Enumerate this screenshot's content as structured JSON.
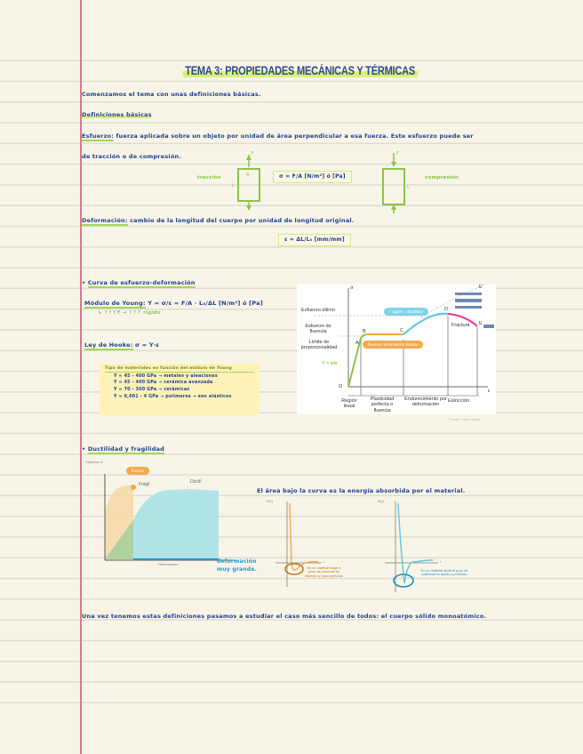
{
  "page": {
    "title": "TEMA 3: PROPIEDADES MECÁNICAS Y TÉRMICAS",
    "colors": {
      "background": "#f8f5e8",
      "rule": "#dcdcd6",
      "margin": "#e07783",
      "ink": "#1f3f8f",
      "accent_green": "#8bc34a",
      "highlight_green": "#d7ec7c",
      "orange": "#f5a94a",
      "cyan": "#5cc8e0",
      "pink": "#e8449a",
      "note_yellow": "#fff2b8"
    }
  },
  "intro": {
    "line1": "Comenzamos el tema con unas definiciones básicas.",
    "heading": "Definiciones básicas"
  },
  "esfuerzo": {
    "term": "Esfuerzo:",
    "text_line1": "fuerza aplicada sobre un objeto por unidad de área perpendicular a esa fuerza. Este esfuerzo puede ser",
    "text_line2": "de tracción o de compresión.",
    "traccion_label": "tracción",
    "compresion_label": "compresión",
    "formula": "σ = F/A  [N/m²] ó [Pa]",
    "force_label": "F",
    "length_label": "L",
    "area_label": "A"
  },
  "deformacion": {
    "term": "Deformación:",
    "text": "cambio de la longitud del cuerpo por unidad de longitud original.",
    "formula": "ε = ΔL/L₀  [mm/mm]"
  },
  "curva": {
    "heading": "Curva de esfuerzo-deformación",
    "young_label": "Módulo de Young:",
    "young_formula": "Y = σ/ε = F/A · L₀/ΔL  [N/m²] ó [Pa]",
    "young_note": "↳ ↑↑↑Y → ↑↑↑ rígido",
    "hooke_label": "Ley de Hooke:",
    "hooke_formula": "σ = Y·ε",
    "materials_box": {
      "title": "Tipo de materiales en función del módulo de Young",
      "rows": [
        "Y ≈ 45 - 400 GPa → metales y aleaciones",
        "Y ≈ 45 - 400 GPa → cerámica avanzada",
        "Y ≈ 70 - 300 GPa → cerámicas",
        "Y ≈ 0,001 - 4 GPa → polímeros → son elásticos"
      ]
    }
  },
  "stress_strain_diagram": {
    "y_axis": "σ",
    "x_axis": "ε",
    "labels_left": [
      "Esfuerzo último",
      "Esfuerzo de fluencia",
      "Límite de proporcionalidad"
    ],
    "points": [
      "O",
      "A",
      "B",
      "C",
      "D",
      "E",
      "E'"
    ],
    "young_annotation": "Y = σ/ε",
    "pill_cyan": "↑ rigidez ↓ ductilidad",
    "pill_orange": "fluencia / deformación plástica",
    "fracture_label": "Fractura",
    "regions": [
      "Región lineal",
      "Plasticidad perfecta o fluencia",
      "Endurecimiento por deformación",
      "Estricción"
    ],
    "credit": "Fuente: elaboración"
  },
  "ductilidad": {
    "heading": "Ductilidad y fragilidad",
    "y_axis_label": "Esfuerzo σ",
    "x_axis_label": "Deformación",
    "fragil_label": "Frágil",
    "ductil_label": "Dúctil",
    "pill_orange": "fractura",
    "note_line1": "deformación",
    "note_line2": "muy grande.",
    "area_note": "El área bajo la curva es la energía absorbida por el material.",
    "potential_y": "Φ(r)",
    "potential_x": "r",
    "orange_note": "En un material frágil el pozo de potencial es estrecho y poco profundo",
    "cyan_note": "En un material dúctil el pozo de potencial es ancho y profundo"
  },
  "closing": {
    "text": "Una vez tenemos estas definiciones pasamos a estudiar el caso más sencillo de todos: el cuerpo sólido monoatómico."
  }
}
